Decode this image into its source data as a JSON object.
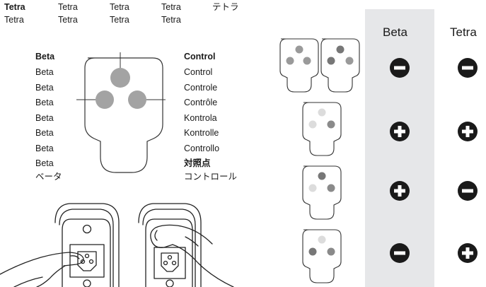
{
  "brand_row": {
    "line1": [
      "Tetra",
      "Tetra",
      "Tetra",
      "Tetra",
      "テトラ"
    ],
    "line2": [
      "Tetra",
      "Tetra",
      "Tetra",
      "Tetra"
    ]
  },
  "beta_list": [
    "Beta",
    "Beta",
    "Beta",
    "Beta",
    "Beta",
    "Beta",
    "Beta",
    "Beta",
    "ベータ"
  ],
  "control_list": [
    "Control",
    "Control",
    "Controle",
    "Contrôle",
    "Kontrola",
    "Kontrolle",
    "Controllo",
    "対照点",
    "コントロール"
  ],
  "result_table": {
    "headers": {
      "beta": "Beta",
      "tetra": "Tetra"
    },
    "rows": [
      {
        "beta": "negative",
        "tetra": "negative"
      },
      {
        "beta": "positive",
        "tetra": "positive"
      },
      {
        "beta": "positive",
        "tetra": "negative"
      },
      {
        "beta": "negative",
        "tetra": "positive"
      }
    ]
  },
  "colors": {
    "beta_column_bg": "#e6e7e9",
    "dot_grey": "#9a9a9a",
    "dot_dark": "#777777",
    "dot_light": "#d9d9d9",
    "icon": "#1a1a1a"
  },
  "icons": [
    "minus-circle-icon",
    "plus-circle-icon",
    "test-device-icon",
    "hand-holding-device-icon"
  ]
}
